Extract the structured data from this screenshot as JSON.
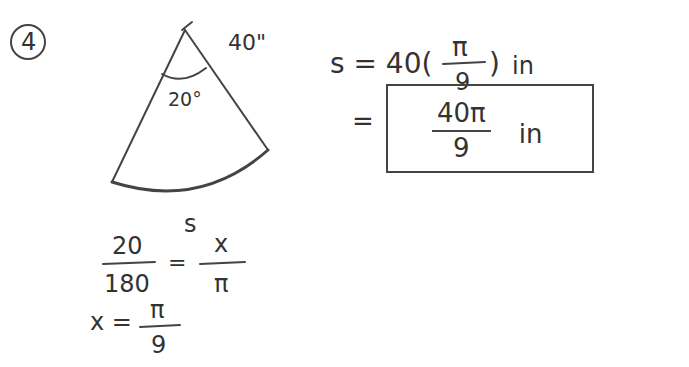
{
  "diagram": {
    "nodes": [
      {
        "text": [
          "40π",
          "9",
          "in"
        ]
      }
    ],
    "labels": [
      "4",
      "20°",
      "40\"",
      "s",
      "20",
      "180",
      "=",
      "x",
      "π",
      "x =",
      "π",
      "9",
      "s = 40(",
      "π",
      "9",
      ")",
      "in",
      "="
    ]
  }
}
